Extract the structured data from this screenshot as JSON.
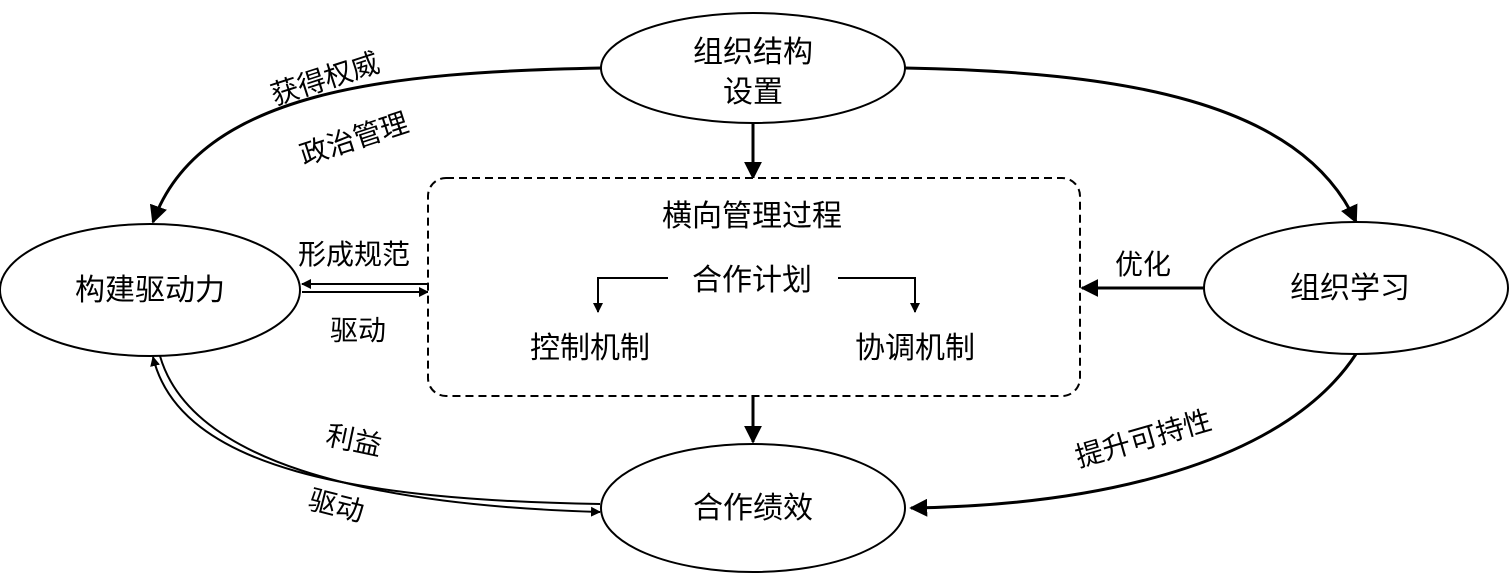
{
  "nodes": {
    "org_structure": {
      "line1": "组织结构",
      "line2": "设置"
    },
    "build_drive": {
      "label": "构建驱动力"
    },
    "org_learning": {
      "label": "组织学习"
    },
    "coop_performance": {
      "label": "合作绩效"
    }
  },
  "center_box": {
    "title": "横向管理过程",
    "coop_plan": "合作计划",
    "control": "控制机制",
    "coordination": "协调机制"
  },
  "edge_labels": {
    "gain_authority": "获得权威",
    "political_mgmt": "政治管理",
    "form_norms": "形成规范",
    "drive_mid": "驱动",
    "benefit": "利益",
    "drive_low": "驱动",
    "optimize": "优化",
    "sustainability": "提升可持性"
  }
}
